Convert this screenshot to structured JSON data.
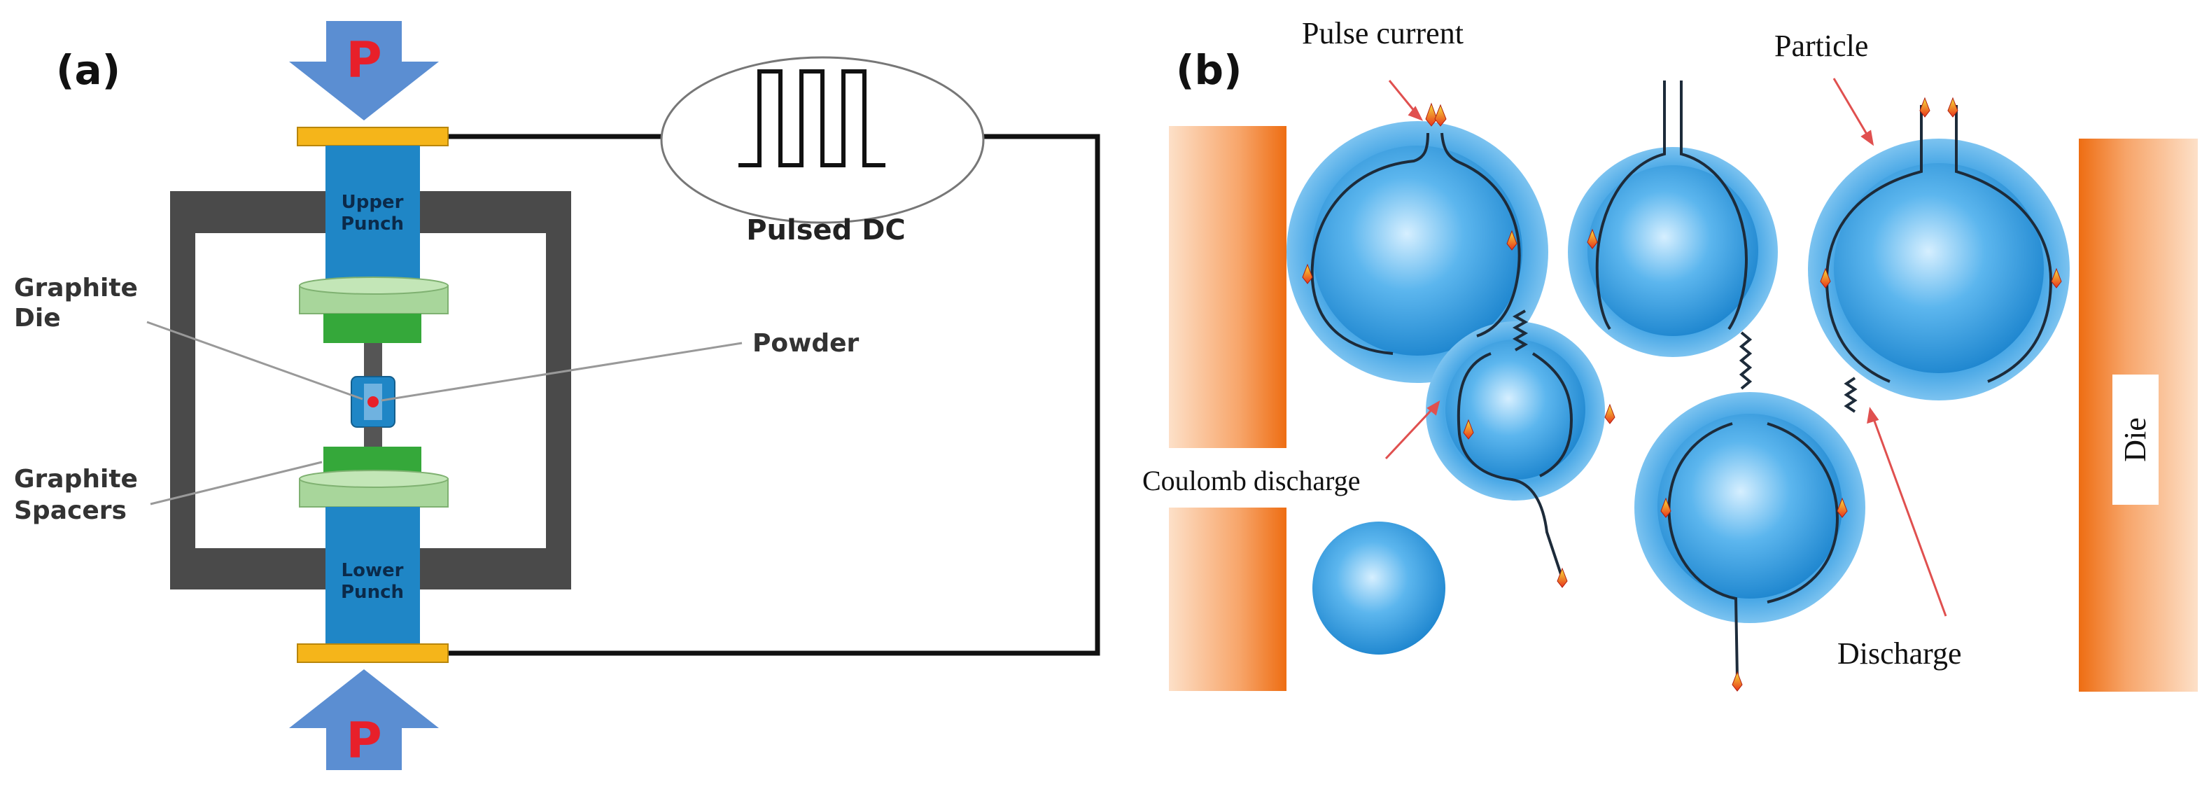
{
  "panel_a": {
    "label": "(a)",
    "pressure_top": "P",
    "pressure_bottom": "P",
    "upper_punch": [
      "Upper",
      "Punch"
    ],
    "lower_punch": [
      "Lower",
      "Punch"
    ],
    "graphite_die": [
      "Graphite",
      "Die"
    ],
    "graphite_spacers": [
      "Graphite",
      "Spacers"
    ],
    "powder": "Powder",
    "pulsed_dc": "Pulsed DC"
  },
  "panel_b": {
    "label": "(b)",
    "pulse_current": "Pulse current",
    "particle": "Particle",
    "coulomb_discharge": "Coulomb discharge",
    "discharge": "Discharge",
    "die": "Die"
  },
  "colors": {
    "punch_blue": "#1f86c6",
    "pad_yellow": "#f5b51a",
    "spacer_light_green": "#a8d69b",
    "block_green": "#35a83a",
    "frame_gray": "#4a4a4a",
    "arrow_blue": "#5b8ed2",
    "p_red": "#e8202a",
    "die_orange": "#f07a1c",
    "particle_blue": "#3ea3e2",
    "pointer_red": "#e0504f"
  }
}
